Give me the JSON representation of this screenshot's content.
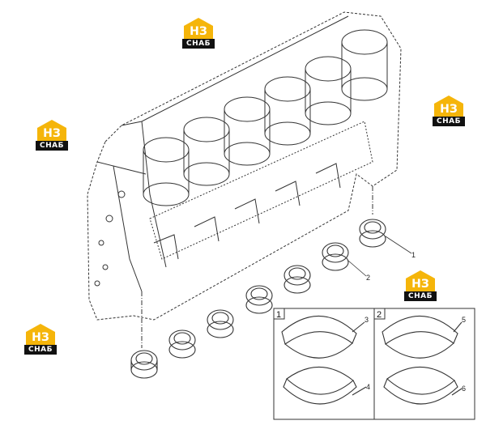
{
  "logo": {
    "mark": "НЗ",
    "badge": "СНАБ",
    "color": "#f5b50a"
  },
  "callouts": {
    "c1": "1",
    "c2": "2",
    "c3": "3",
    "c4": "4",
    "c5": "5",
    "c6": "6"
  },
  "inset_boxes": {
    "box1_label": "1",
    "box2_label": "2"
  }
}
